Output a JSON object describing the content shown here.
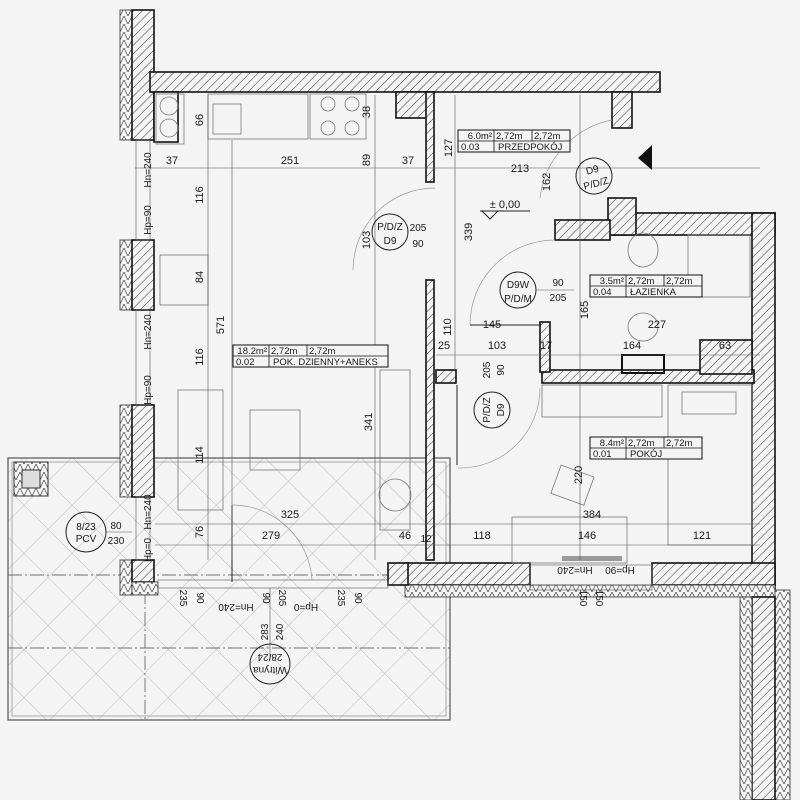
{
  "rooms": [
    {
      "area": "6.0m²",
      "height1": "2,72m",
      "height2": "2,72m",
      "number": "0.03",
      "name": "PRZEDPOKÓJ"
    },
    {
      "area": "3.5m²",
      "height1": "2,72m",
      "height2": "2,72m",
      "number": "0.04",
      "name": "ŁAZIENKA"
    },
    {
      "area": "18.2m²",
      "height1": "2,72m",
      "height2": "2,72m",
      "number": "0.02",
      "name": "POK. DZIENNY+ANEKS"
    },
    {
      "area": "8.4m²",
      "height1": "2,72m",
      "height2": "2,72m",
      "number": "0.01",
      "name": "POKÓJ"
    }
  ],
  "level_mark": "± 0,00",
  "dimensions": [
    "66",
    "38",
    "37",
    "251",
    "89",
    "37",
    "127",
    "213",
    "162",
    "116",
    "103",
    "339",
    "84",
    "571",
    "116",
    "110",
    "145",
    "227",
    "165",
    "25",
    "103",
    "17",
    "164",
    "63",
    "341",
    "114",
    "76",
    "325",
    "279",
    "46",
    "118",
    "146",
    "121",
    "384",
    "220",
    "12"
  ],
  "doors": [
    {
      "type": "P/D/Z",
      "code": "D9",
      "height": "205",
      "width": "90"
    },
    {
      "type": "P/D/Z",
      "code": "D9"
    },
    {
      "type": "P/D/M",
      "code": "D9W",
      "height": "205",
      "width": "90"
    },
    {
      "type": "P/D/Z",
      "code": "D9",
      "height": "205",
      "width": "90"
    }
  ],
  "windows": {
    "pcv": {
      "code": "8/23",
      "material": "PCV",
      "width": "80",
      "height": "230"
    },
    "witryna": {
      "name": "Witryna",
      "code": "28/24",
      "dims": [
        "283",
        "240",
        "90",
        "205"
      ]
    },
    "labels": [
      "Hn=240",
      "Hp=90",
      "Hn=240",
      "Hp=90",
      "Hn=240",
      "Hp=0",
      "Hn=240",
      "Hp=0",
      "Hp=90",
      "Hn=240"
    ],
    "sill_dims": [
      "235",
      "90",
      "235",
      "90",
      "150",
      "150"
    ]
  },
  "colors": {
    "wall": "#111111",
    "background": "#f4f4f4",
    "hatch": "#333333"
  }
}
